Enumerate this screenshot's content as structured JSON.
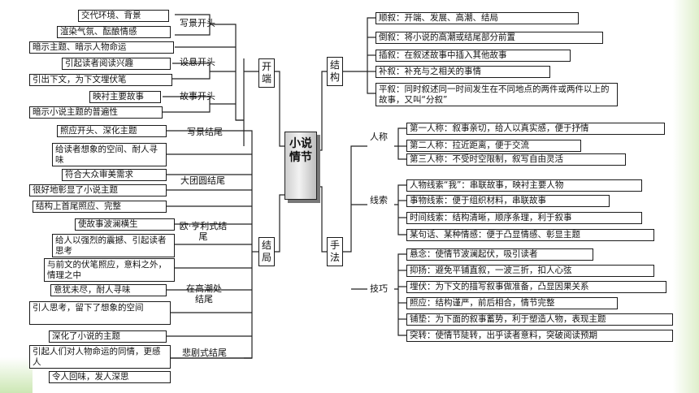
{
  "center": "小说情节",
  "kaiduan": {
    "label": "开端",
    "groups": [
      {
        "label": "写景开头",
        "items": [
          "交代环境、背景",
          "渲染气氛、酝酿情感",
          "暗示主题、暗示人物命运"
        ]
      },
      {
        "label": "设悬开头",
        "items": [
          "引起读者阅读兴趣",
          "引出下文，为下文埋伏笔"
        ]
      },
      {
        "label": "故事开头",
        "items": [
          "映衬主要故事",
          "暗示小说主题的普遍性"
        ]
      }
    ]
  },
  "jieju": {
    "label": "结局",
    "groups": [
      {
        "label": "写景结尾",
        "items": [
          "照应开头、深化主题",
          "给读者想象的空间、耐人寻味"
        ]
      },
      {
        "label": "大团圆结尾",
        "items": [
          "符合大众审美需求",
          "很好地彰显了小说主题",
          "结构上首尾照应、完整"
        ]
      },
      {
        "label": "欧·亨利式结尾",
        "items": [
          "使故事波澜横生",
          "给人以强烈的震撼、引起读者思考",
          "与前文的伏笔照应，意料之外，情理之中"
        ]
      },
      {
        "label": "在高潮处结尾",
        "items": [
          "意犹未尽，耐人寻味",
          "引人思考，留下了想象的空间"
        ]
      },
      {
        "label": "悲剧式结尾",
        "items": [
          "深化了小说的主题",
          "引起人们对人物命运的同情，更感人",
          "令人回味，发人深思"
        ]
      }
    ]
  },
  "jiegou": {
    "label": "结构",
    "items": [
      "顺叙：开端、发展、高潮、结局",
      "倒叙：将小说的高潮或结尾部分前置",
      "插叙：在叙述故事中插入其他故事",
      "补叙：补充与之相关的事情",
      "平叙：同时叙述同一时间发生在不同地点的两件或两件以上的故事，又叫“分叙”"
    ]
  },
  "shoufa": {
    "label": "手法",
    "groups": [
      {
        "label": "人称",
        "items": [
          "第一人称：叙事亲切，给人以真实感，便于抒情",
          "第二人称：拉近距离，便于交流",
          "第三人称：不受时空限制，叙写自由灵活"
        ]
      },
      {
        "label": "线索",
        "items": [
          "人物线索“我”：串联故事，映衬主要人物",
          "事物线索：便于组织材料，串联故事",
          "时间线索：结构清晰，顺序条理，利于叙事",
          "某句话、某种情感：便于凸显情感、彰显主题"
        ]
      },
      {
        "label": "技巧",
        "items": [
          "悬念：使情节波澜起伏，吸引读者",
          "抑扬：避免平铺直叙，一波三折，扣人心弦",
          "埋伏：为下文的描写叙事做准备，凸显因果关系",
          "照应：结构谨严，前后相合，情节完整",
          "铺垫：为下面的叙事蓄势，利于塑造人物，表现主题",
          "突转：使情节陡转，出乎读者意料，突破阅读预期"
        ]
      }
    ]
  },
  "colors": {
    "line": "#222222",
    "accent_green": "#a8d48a"
  }
}
